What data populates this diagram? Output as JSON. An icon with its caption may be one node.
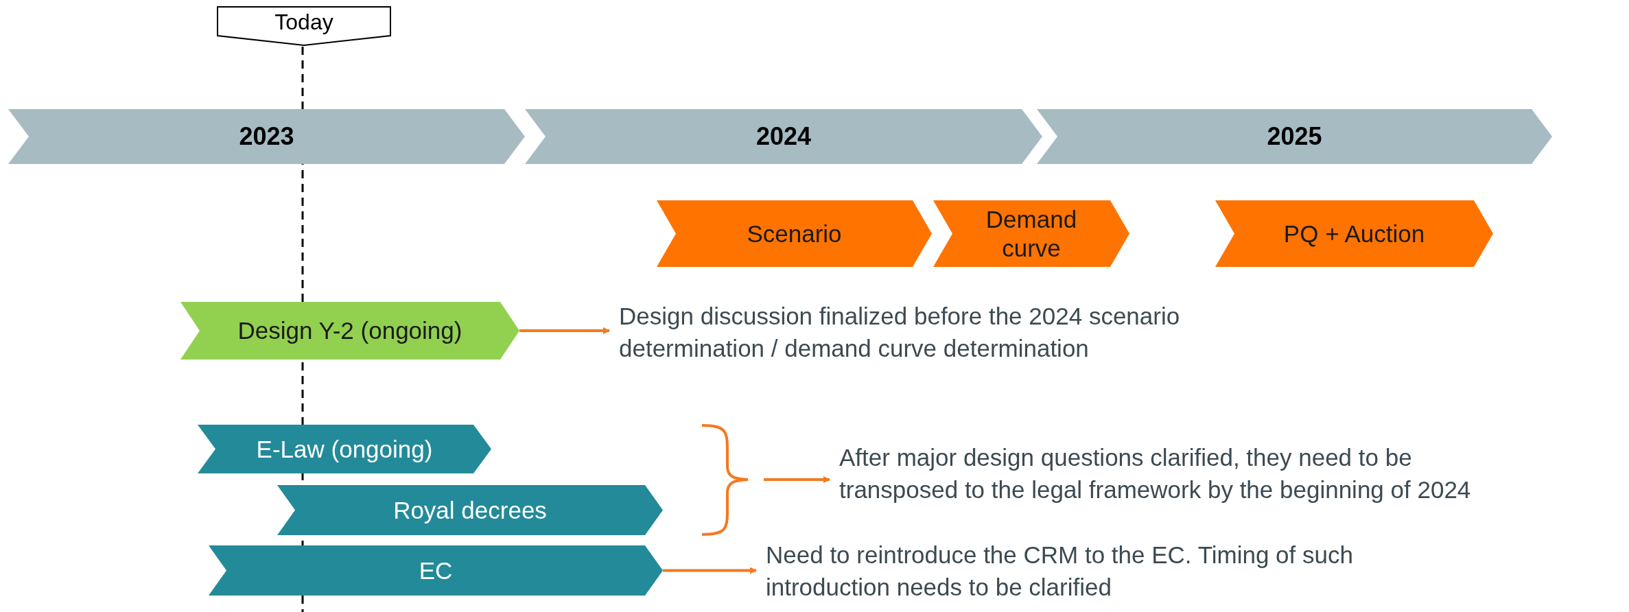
{
  "diagram": {
    "nodes": [
      {
        "text": [
          "2023"
        ]
      },
      {
        "text": [
          "2024"
        ]
      },
      {
        "text": [
          "2025"
        ]
      },
      {
        "text": [
          "Today"
        ]
      },
      {
        "text": [
          "Scenario"
        ]
      },
      {
        "text": [
          "Demand curve"
        ]
      },
      {
        "text": [
          "PQ + Auction"
        ]
      },
      {
        "text": [
          "Design Y-2 (ongoing)"
        ]
      },
      {
        "text": [
          "Design discussion finalized before the 2024 scenario determination / demand curve determination"
        ]
      },
      {
        "text": [
          "E-Law (ongoing)"
        ]
      },
      {
        "text": [
          "Royal decrees"
        ]
      },
      {
        "text": [
          "EC"
        ]
      },
      {
        "text": [
          "After major design questions clarified, they need to be transposed to the legal framework by the beginning of 2024"
        ]
      },
      {
        "text": [
          "Need to reintroduce the CRM to the EC. Timing of such introduction needs to be clarified"
        ]
      },
      {
        "text": [],
        "shape": "brace"
      }
    ],
    "edges": [
      {
        "from": 7,
        "to": 8,
        "arrow": "to"
      },
      {
        "from": 14,
        "to": 12,
        "arrow": "to"
      },
      {
        "from": 11,
        "to": 13,
        "arrow": "to"
      }
    ]
  }
}
